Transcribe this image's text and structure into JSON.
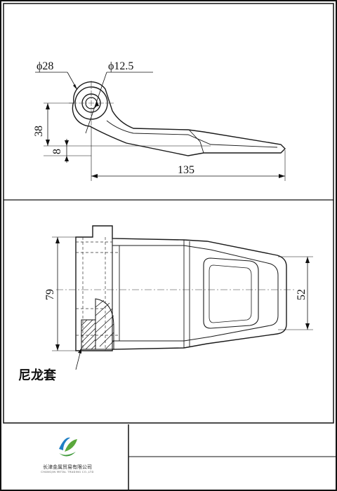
{
  "drawing": {
    "side_view": {
      "outer_diameter_label": "ϕ28",
      "inner_diameter_label": "ϕ12.5",
      "height_label": "38",
      "offset_label": "8",
      "length_label": "135"
    },
    "top_view": {
      "width_label": "79",
      "inner_width_label": "52",
      "bushing_label": "尼龙套"
    }
  },
  "title_block": {
    "company_name": "长津金属贸易有限公司",
    "company_name_en": "CHANGJIN METAL TRADING CO.,LTD",
    "logo_colors": [
      "#1f7fc4",
      "#5aa83c"
    ]
  }
}
